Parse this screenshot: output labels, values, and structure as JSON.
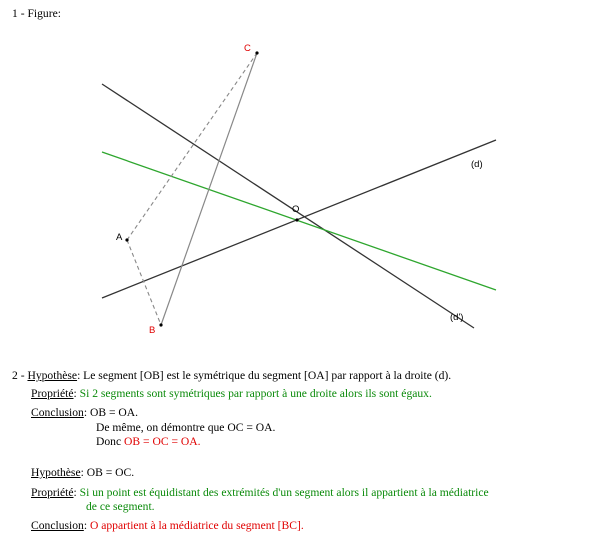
{
  "figure": {
    "heading": "1 - Figure:",
    "points": {
      "A": "A",
      "B": "B",
      "C": "C",
      "O": "O"
    },
    "lines": {
      "d": "(d)",
      "d_prime": "(d')"
    },
    "colors": {
      "line_d": "#333333",
      "line_d_prime": "#333333",
      "line_green": "#2ea62e",
      "segment": "#888888",
      "label_red": "#e00000"
    }
  },
  "section2": {
    "number": "2 - ",
    "hyp1_label": "Hypothèse",
    "hyp1_text": ": Le segment [OB] est le symétrique du segment [OA] par rapport à la droite (d).",
    "prop1_label": "Propriété",
    "prop1_colon": ": ",
    "prop1_text": "Si 2 segments sont symétriques par rapport à une droite alors ils sont égaux.",
    "conc1_label": "Conclusion",
    "conc1_text": ": OB = OA.",
    "conc1_line2": "De même, on démontre que OC = OA.",
    "conc1_line3_prefix": "Donc ",
    "conc1_line3_red": "OB = OC = OA.",
    "hyp2_label": "Hypothèse",
    "hyp2_text": ": OB = OC.",
    "prop2_label": "Propriété",
    "prop2_colon": ": ",
    "prop2_text_line1": "Si un point est équidistant des extrémités d'un segment alors il appartient à la médiatrice",
    "prop2_text_line2": "de ce segment.",
    "conc2_label": "Conclusion",
    "conc2_colon": ": ",
    "conc2_text": "O appartient à la médiatrice du segment [BC]."
  }
}
